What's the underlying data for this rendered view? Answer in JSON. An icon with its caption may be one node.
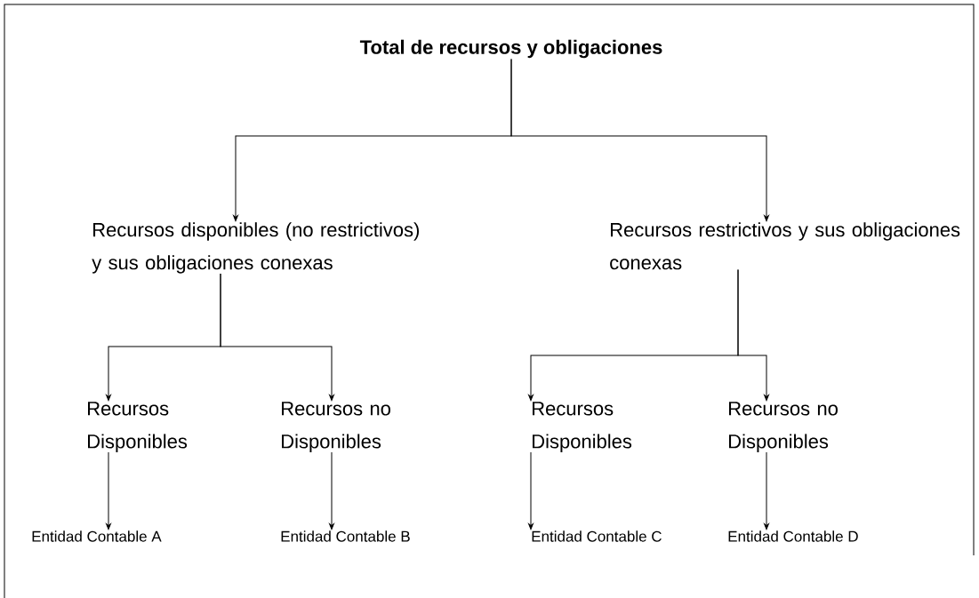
{
  "diagram": {
    "nodes": [
      {
        "text": [
          "Total de recursos y obligaciones"
        ]
      },
      {
        "text": [
          "Recursos disponibles (no restrictivos) y sus obligaciones conexas"
        ]
      },
      {
        "text": [
          "Recursos restrictivos y sus obligaciones conexas"
        ]
      },
      {
        "text": [
          "Recursos Disponibles"
        ]
      },
      {
        "text": [
          "Recursos no Disponibles"
        ]
      },
      {
        "text": [
          "Recursos Disponibles"
        ]
      },
      {
        "text": [
          "Recursos no Disponibles"
        ]
      },
      {
        "text": [
          "Entidad Contable A"
        ]
      },
      {
        "text": [
          "Entidad Contable B"
        ]
      },
      {
        "text": [
          "Entidad Contable C"
        ]
      },
      {
        "text": [
          "Entidad Contable D"
        ]
      }
    ],
    "edges": [
      {
        "from": 0,
        "to": 1,
        "arrow": "to"
      },
      {
        "from": 0,
        "to": 2,
        "arrow": "to"
      },
      {
        "from": 1,
        "to": 3,
        "arrow": "to"
      },
      {
        "from": 1,
        "to": 4,
        "arrow": "to"
      },
      {
        "from": 2,
        "to": 5,
        "arrow": "to"
      },
      {
        "from": 2,
        "to": 6,
        "arrow": "to"
      },
      {
        "from": 3,
        "to": 7,
        "arrow": "to"
      },
      {
        "from": 4,
        "to": 8,
        "arrow": "to"
      },
      {
        "from": 5,
        "to": 9,
        "arrow": "to"
      },
      {
        "from": 6,
        "to": 10,
        "arrow": "to"
      }
    ]
  }
}
